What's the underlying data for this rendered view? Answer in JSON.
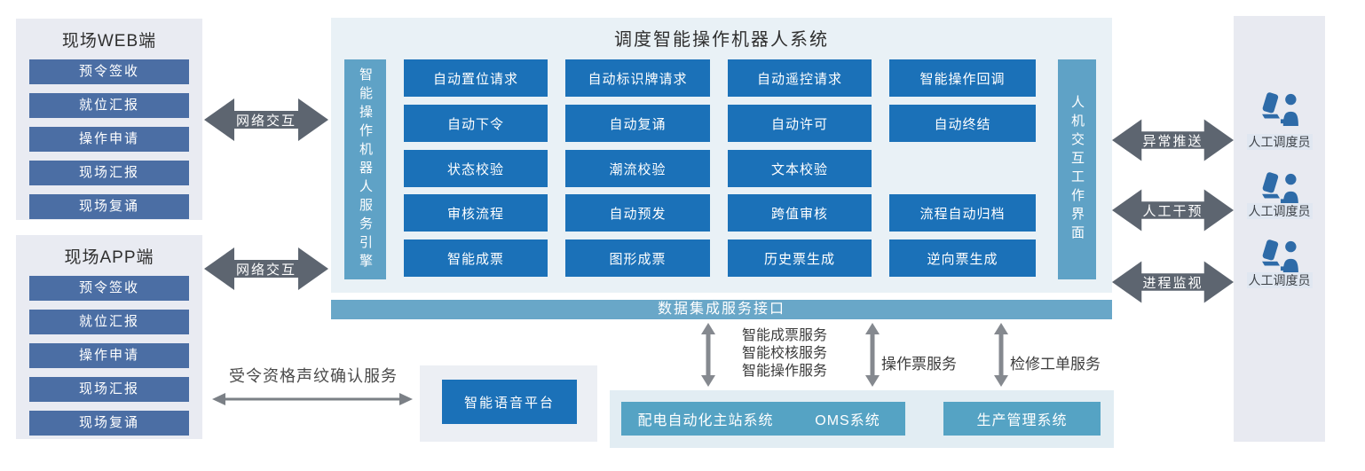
{
  "colors": {
    "function_blue": "#1b71b8",
    "steel_blue": "#4b6ea4",
    "bar_teal": "#5fa2c6",
    "integration_teal": "#69a7c8",
    "system_teal": "#55a3c4",
    "arrow_dark_gray": "#5d6570",
    "arrow_light_gray": "#85898f",
    "dispatcher_icon_blue": "#2e6ba8",
    "panel_lavender": "#e9ebf2",
    "panel_light_blue": "#e9f1f6"
  },
  "icons": {
    "dispatcher": "person-at-laptop-icon"
  },
  "web_panel": {
    "title": "现场WEB端",
    "items": [
      "预令签收",
      "就位汇报",
      "操作申请",
      "现场汇报",
      "现场复诵"
    ]
  },
  "app_panel": {
    "title": "现场APP端",
    "items": [
      "预令签收",
      "就位汇报",
      "操作申请",
      "现场汇报",
      "现场复诵"
    ]
  },
  "network_arrows": [
    {
      "label": "网络交互"
    },
    {
      "label": "网络交互"
    }
  ],
  "main_system": {
    "title": "调度智能操作机器人系统",
    "engine_bar": "智能操作机器人服务引擎",
    "hmi_bar": "人机交互工作界面",
    "rows": [
      [
        "自动置位请求",
        "自动标识牌请求",
        "自动遥控请求",
        "智能操作回调"
      ],
      [
        "自动下令",
        "自动复诵",
        "自动许可",
        "自动终结"
      ],
      [
        "状态校验",
        "潮流校验",
        "文本校验"
      ],
      [
        "审核流程",
        "自动预发",
        "跨值审核",
        "流程自动归档"
      ],
      [
        "智能成票",
        "图形成票",
        "历史票生成",
        "逆向票生成"
      ]
    ]
  },
  "integration_bar": {
    "label": "数据集成服务接口"
  },
  "service_links": [
    {
      "lines": [
        "智能成票服务",
        "智能校核服务",
        "智能操作服务"
      ]
    },
    {
      "lines": [
        "操作票服务"
      ]
    },
    {
      "lines": [
        "检修工单服务"
      ]
    }
  ],
  "external_systems": {
    "items": [
      "配电自动化主站系统",
      "OMS系统",
      "生产管理系统"
    ]
  },
  "voice": {
    "link_label": "受令资格声纹确认服务",
    "platform": "智能语音平台"
  },
  "right_arrows": [
    {
      "label": "异常推送"
    },
    {
      "label": "人工干预"
    },
    {
      "label": "进程监视"
    }
  ],
  "dispatchers": [
    {
      "label": "人工调度员"
    },
    {
      "label": "人工调度员"
    },
    {
      "label": "人工调度员"
    }
  ]
}
